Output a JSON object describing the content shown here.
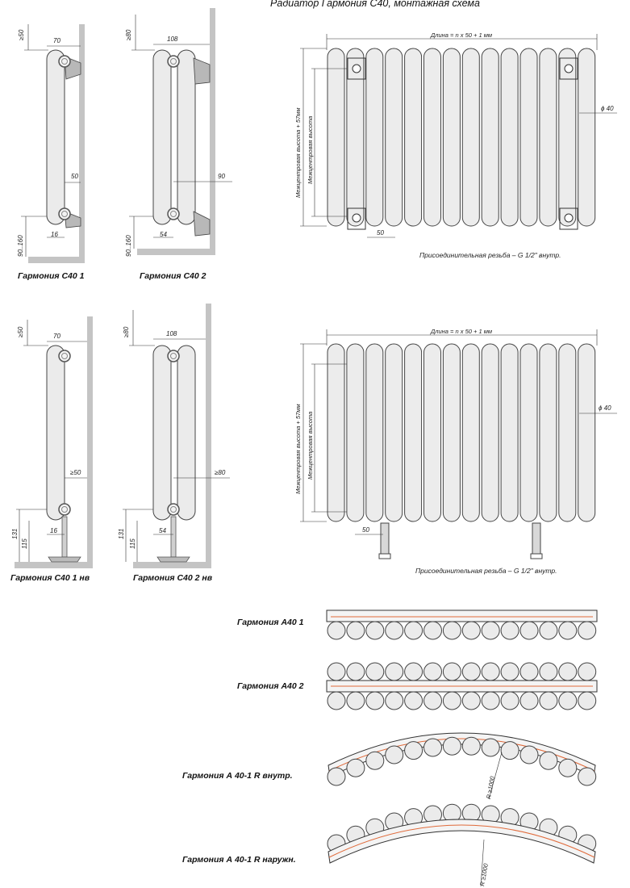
{
  "title": "Радиатор Гармония С40, монтажная схема",
  "side_views": [
    {
      "caption": "Гармония С40 1",
      "top": "≥50",
      "width": "70",
      "d1": "50",
      "d2": "16",
      "bottom": "90..160"
    },
    {
      "caption": "Гармония С40 2",
      "top": "≥80",
      "width": "108",
      "d1": "90",
      "d2": "54",
      "bottom": "90..160"
    },
    {
      "caption": "Гармония С40 1 нв",
      "top": "≥50",
      "width": "70",
      "d1": "≥50",
      "d2": "16",
      "h1": "131",
      "h2": "115"
    },
    {
      "caption": "Гармония С40 2 нв",
      "top": "≥80",
      "width": "108",
      "d1": "≥80",
      "d2": "54",
      "h1": "131",
      "h2": "115"
    }
  ],
  "front_views": [
    {
      "length": "Длина = n x 50 + 1 мм",
      "outer_h": "Межцентровая высота + 57мм",
      "inner_h": "Межцентровая высота",
      "diameter": "ϕ 40",
      "pitch": "50",
      "thread": "Присоединительная резьба – G 1/2\" внутр."
    },
    {
      "length": "Длина = n x 50 + 1 мм",
      "outer_h": "Межцентровая высота + 57мм",
      "inner_h": "Межцентровая высота",
      "diameter": "ϕ 40",
      "pitch": "50",
      "thread": "Присоединительная резьба – G 1/2\" внутр."
    }
  ],
  "top_views": [
    {
      "caption": "Гармония А40 1"
    },
    {
      "caption": "Гармония А40 2"
    },
    {
      "caption": "Гармония А 40-1 R внутр.",
      "radius": "R ≥1000"
    },
    {
      "caption": "Гармония А 40-1 R наружн.",
      "radius": "R ≥1000"
    }
  ],
  "colors": {
    "wall": "#c4c4c4",
    "tube": "#ebebeb",
    "outline": "#444444",
    "pipe_marker": "#e06a3a"
  }
}
